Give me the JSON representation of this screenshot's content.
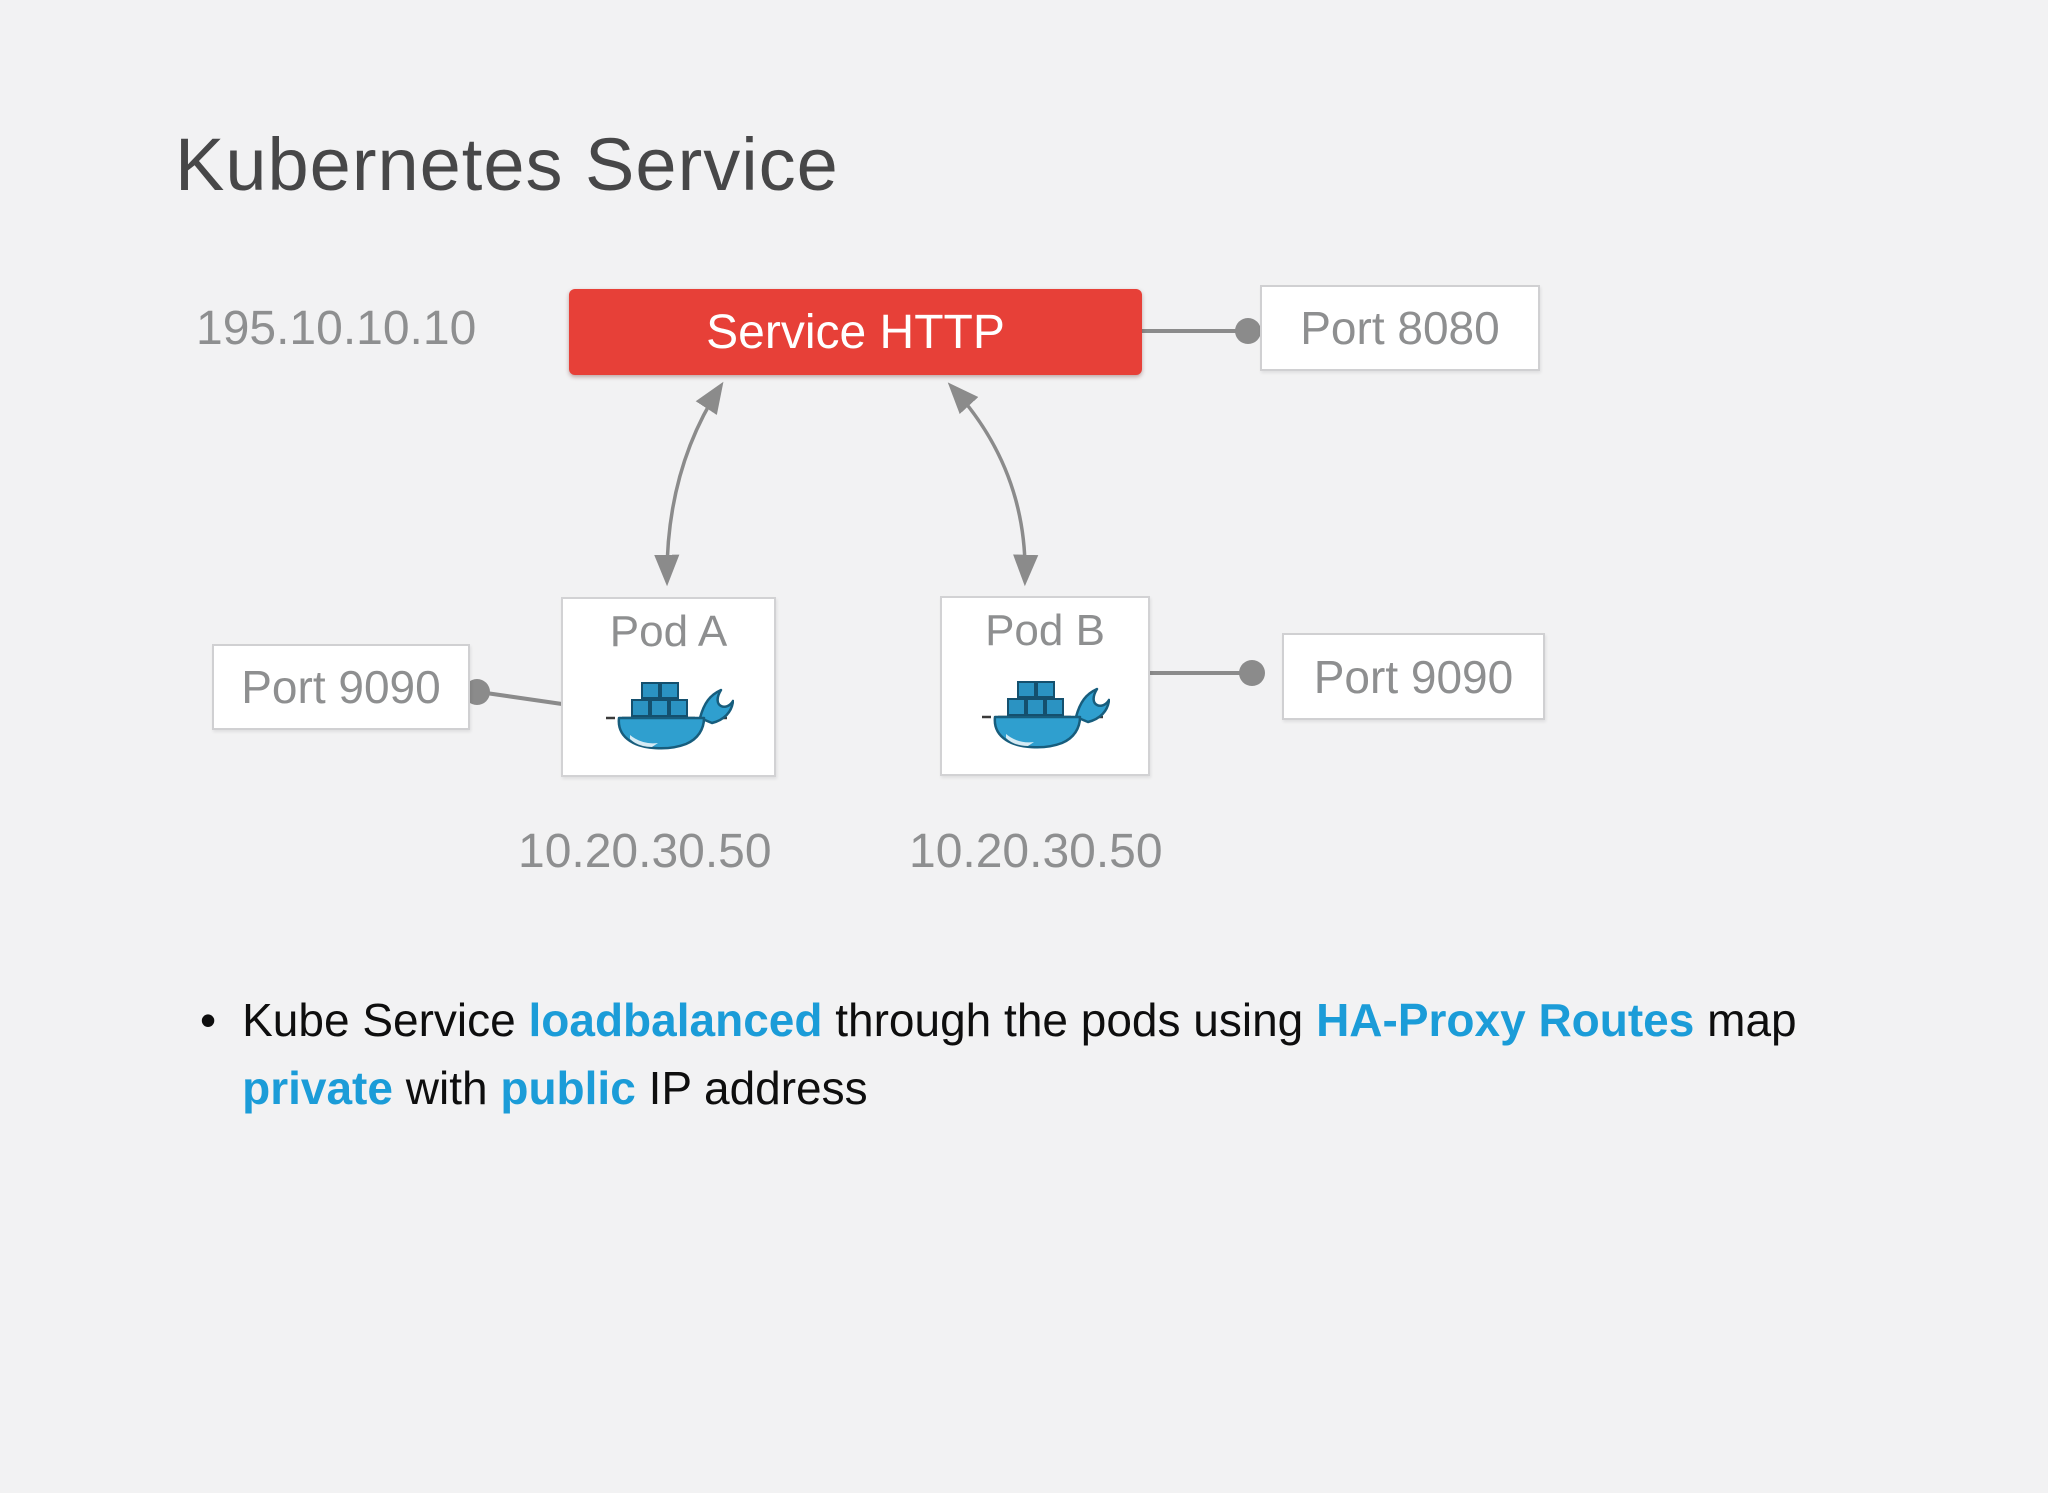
{
  "page": {
    "background_color": "#f2f2f3",
    "accent_blue": "#1b9cd8",
    "service_red": "#e74038",
    "connector_gray": "#8b8b8b",
    "label_gray": "#8e8f90"
  },
  "title": "Kubernetes Service",
  "diagram": {
    "service": {
      "label": "Service HTTP",
      "public_ip": "195.10.10.10",
      "port_label": "Port 8080"
    },
    "pods": [
      {
        "label": "Pod A",
        "ip": "10.20.30.50",
        "port_label": "Port 9090",
        "icon": "docker-whale-icon"
      },
      {
        "label": "Pod B",
        "ip": "10.20.30.50",
        "port_label": "Port 9090",
        "icon": "docker-whale-icon"
      }
    ]
  },
  "bullet": {
    "marker": "•",
    "segments": [
      {
        "text": "Kube Service ",
        "accent": false
      },
      {
        "text": "loadbalanced",
        "accent": true
      },
      {
        "text": " through the pods using ",
        "accent": false
      },
      {
        "text": "HA-Proxy Routes",
        "accent": true
      },
      {
        "text": " map",
        "accent": false,
        "break_after": true
      },
      {
        "text": "private",
        "accent": true
      },
      {
        "text": " with ",
        "accent": false
      },
      {
        "text": "public",
        "accent": true
      },
      {
        "text": " IP address",
        "accent": false
      }
    ]
  }
}
